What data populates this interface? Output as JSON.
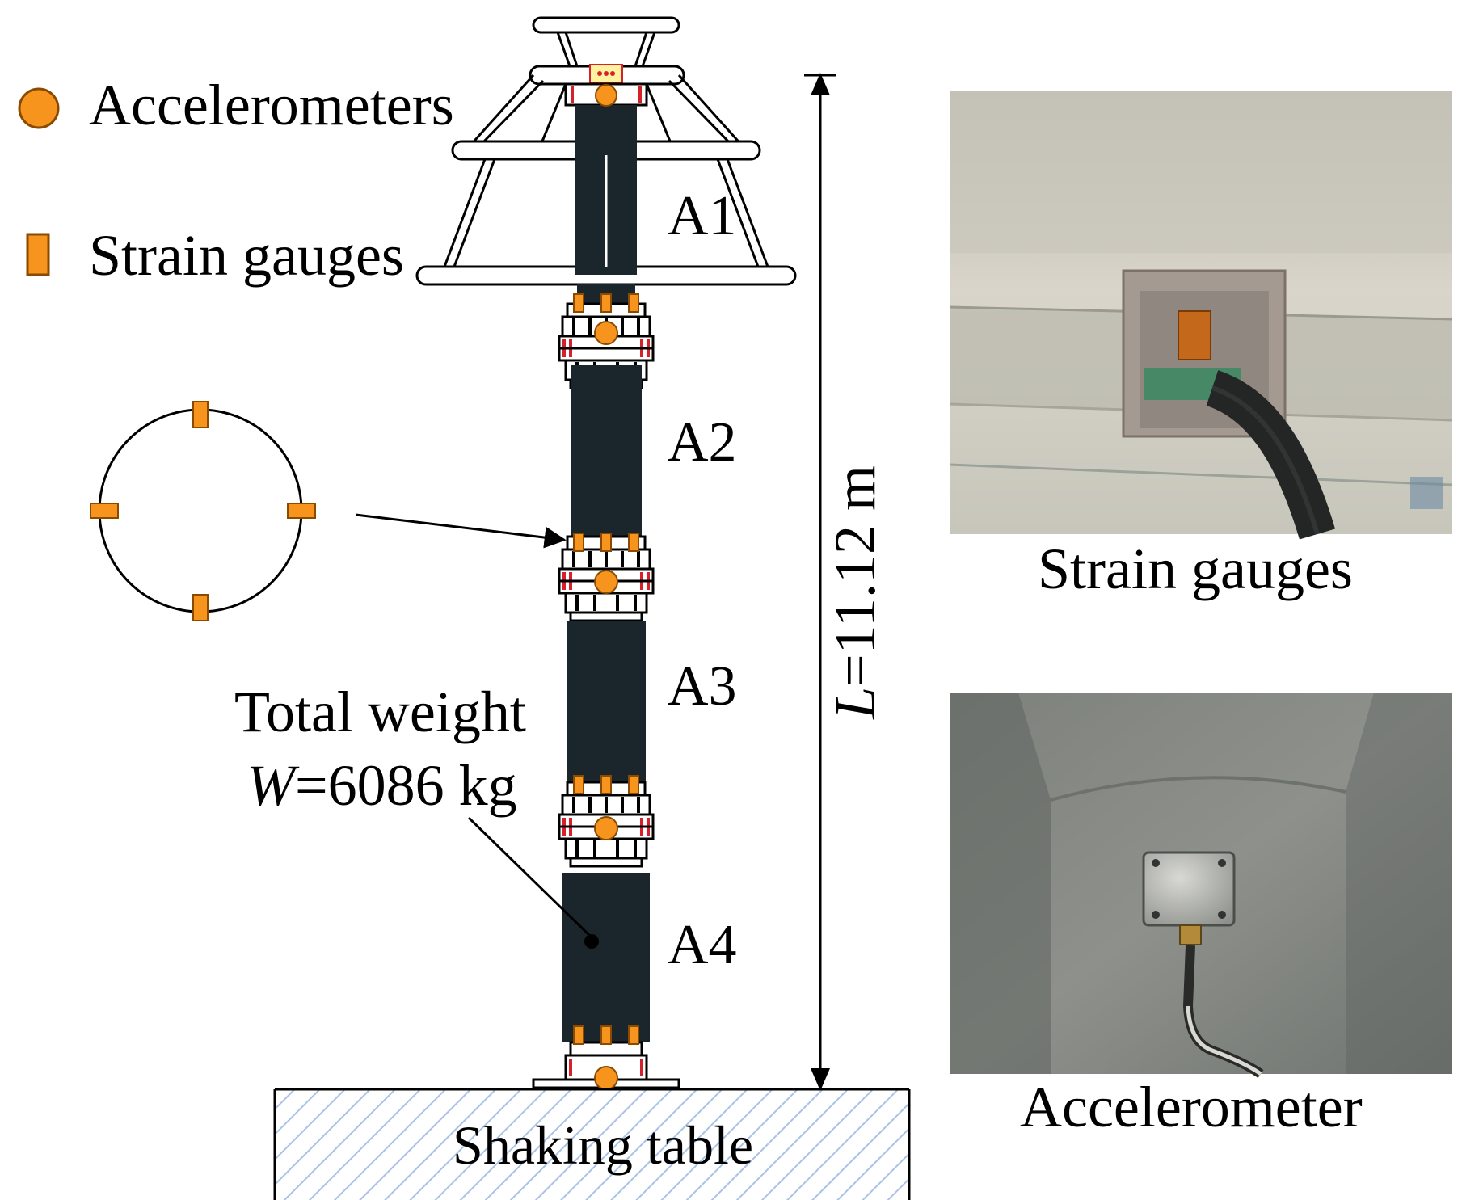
{
  "legend": {
    "accelerometers_label": "Accelerometers",
    "strain_gauges_label": "Strain gauges"
  },
  "column": {
    "segments": [
      "A1",
      "A2",
      "A3",
      "A4"
    ],
    "weight_label": "Total weight",
    "weight_var": "W",
    "weight_value": "=6086 kg",
    "height_var": "L",
    "height_value": "=11.12 m",
    "base_label": "Shaking table"
  },
  "photos": {
    "strain_caption": "Strain gauges",
    "accel_caption": "Accelerometer"
  },
  "colors": {
    "sensor_orange": "#f7941d",
    "sensor_outline": "#8a4a00",
    "segment_dark": "#1b252c",
    "hatch_blue": "#a9c3e6"
  }
}
